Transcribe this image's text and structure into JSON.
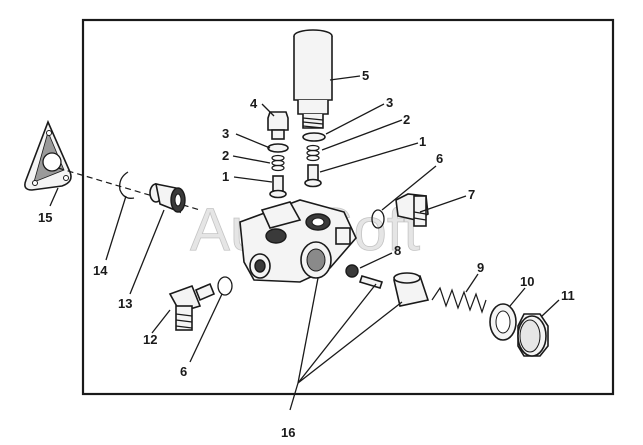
{
  "watermark": "AutoSoft",
  "callouts": {
    "c1a": "1",
    "c1b": "1",
    "c2a": "2",
    "c2b": "2",
    "c3a": "3",
    "c3b": "3",
    "c4": "4",
    "c5": "5",
    "c6a": "6",
    "c6b": "6",
    "c7": "7",
    "c8": "8",
    "c9": "9",
    "c10": "10",
    "c11": "11",
    "c12": "12",
    "c13": "13",
    "c14": "14",
    "c15": "15",
    "c16": "16"
  }
}
